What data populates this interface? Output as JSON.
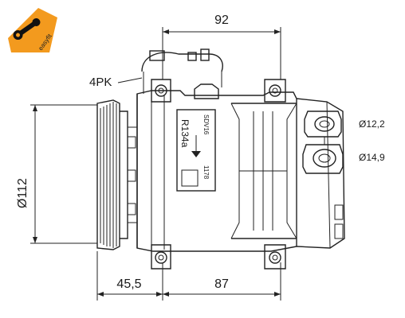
{
  "logo": {
    "brand_text": "easyfit",
    "brand_color": "#f39a1e"
  },
  "labels": {
    "belt": "4PK",
    "top_width": "92",
    "bottom_left": "45,5",
    "bottom_right": "87",
    "clutch_diameter": "Ø112",
    "port_upper": "Ø12,2",
    "port_lower": "Ø14,9"
  },
  "plate": {
    "model": "SDV16",
    "refrigerant": "R134a",
    "code": "1178"
  }
}
